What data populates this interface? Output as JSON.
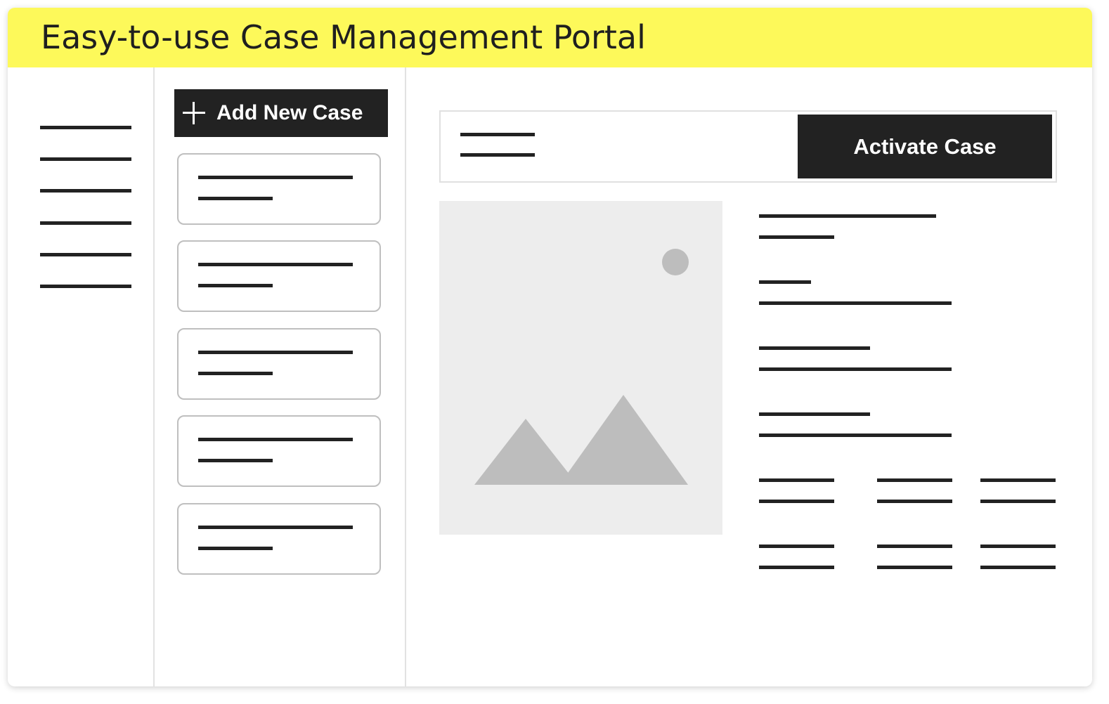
{
  "title": "Easy-to-use Case Management Portal",
  "case_list": {
    "add_button_label": "Add New Case",
    "add_icon": "plus-icon",
    "card_count_visible": 5
  },
  "case_detail": {
    "activate_button_label": "Activate Case",
    "image_icon": "image-placeholder-icon"
  },
  "colors": {
    "title_bar": "#fdf95a",
    "dark": "#222222",
    "placeholder": "#ededed",
    "placeholder_shape": "#bdbdbd",
    "border": "#bfbfbf"
  }
}
